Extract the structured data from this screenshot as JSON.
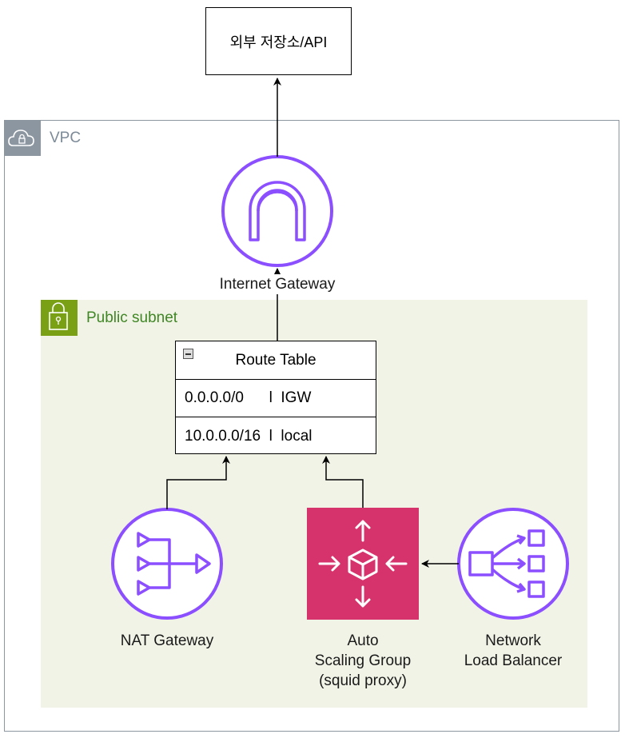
{
  "external": {
    "label": "외부 저장소/API"
  },
  "vpc": {
    "label": "VPC"
  },
  "subnet": {
    "label": "Public subnet"
  },
  "internet_gateway": {
    "label": "Internet Gateway"
  },
  "route_table": {
    "title": "Route Table",
    "rows": [
      "0.0.0.0/0      l  IGW",
      "10.0.0.0/16  l  local"
    ]
  },
  "nat_gateway": {
    "label": "NAT Gateway"
  },
  "asg": {
    "label_lines": [
      "Auto",
      "Scaling Group",
      "(squid proxy)"
    ]
  },
  "nlb": {
    "label_lines": [
      "Network",
      "Load Balancer"
    ]
  },
  "colors": {
    "vpc_border": "#8c96a0",
    "subnet_fill": "#f2f3e7",
    "subnet_icon": "#7aa116",
    "purple": "#8c4fff",
    "asg": "#d6336c"
  }
}
